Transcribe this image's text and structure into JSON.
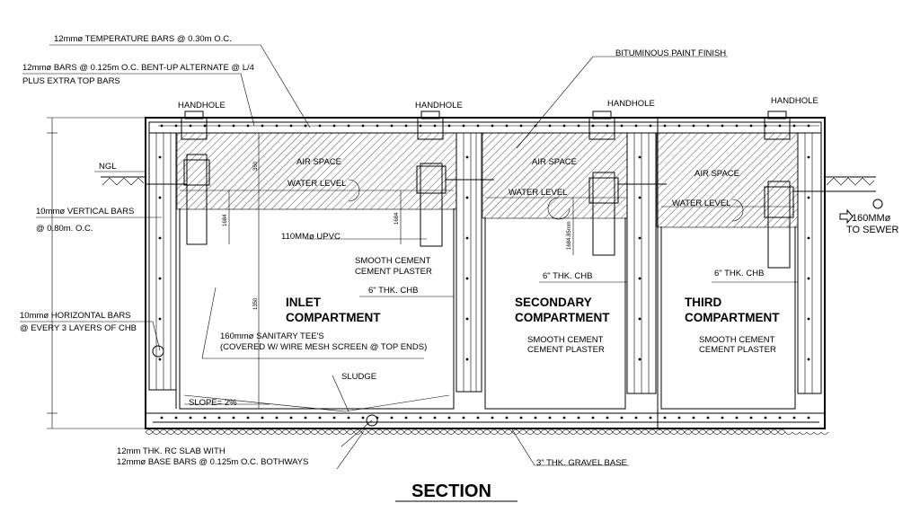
{
  "title": "SECTION",
  "notes": {
    "temp_bars": "12mmø TEMPERATURE BARS @ 0.30m O.C.",
    "bent_bars_1": "12mmø BARS @ 0.125m O.C. BENT-UP ALTERNATE @ L/4",
    "bent_bars_2": "PLUS EXTRA TOP BARS",
    "bitumen": "BITUMINOUS PAINT FINISH",
    "ngl": "NGL",
    "vert_bars_1": "10mmø VERTICAL  BARS",
    "vert_bars_2": "@ 0.80m. O.C.",
    "horiz_bars_1": "10mmø HORIZONTAL  BARS",
    "horiz_bars_2": "@ EVERY 3 LAYERS OF CHB",
    "slab_1": "12mm THK. RC SLAB WITH",
    "slab_2": "12mmø BASE BARS @ 0.125m O.C. BOTHWAYS",
    "gravel": "3\" THK. GRAVEL BASE",
    "sewer_1": "160MMø",
    "sewer_2": "TO SEWER",
    "upvc": "110MMø UPVC",
    "plaster1_1": "SMOOTH CEMENT",
    "plaster1_2": "CEMENT PLASTER",
    "chb_inlet": "6\" THK. CHB",
    "tees_1": "160mmø SANITARY TEE'S",
    "tees_2": "(COVERED W/ WIRE MESH SCREEN @ TOP ENDS)",
    "sludge": "SLUDGE",
    "slope": "SLOPE= 2%",
    "chb_secondary": "6\" THK. CHB",
    "plaster2_1": "SMOOTH CEMENT",
    "plaster2_2": "CEMENT PLASTER",
    "chb_third": "6\" THK. CHB",
    "plaster3_1": "SMOOTH CEMENT",
    "plaster3_2": "CEMENT PLASTER"
  },
  "handholes": [
    "HANDHOLE",
    "HANDHOLE",
    "HANDHOLE",
    "HANDHOLE"
  ],
  "air_space": [
    "AIR SPACE",
    "AIR SPACE",
    "AIR SPACE"
  ],
  "water_level": [
    "WATER LEVEL",
    "WATER LEVEL",
    "WATER LEVEL"
  ],
  "compartments": {
    "inlet_1": "INLET",
    "inlet_2": "COMPARTMENT",
    "secondary_1": "SECONDARY",
    "secondary_2": "COMPARTMENT",
    "third_1": "THIRD",
    "third_2": "COMPARTMENT"
  },
  "dims": {
    "d1": "1684",
    "d2": "1684",
    "d3": "1684.85mm",
    "d4": "1350",
    "d5": "350"
  }
}
